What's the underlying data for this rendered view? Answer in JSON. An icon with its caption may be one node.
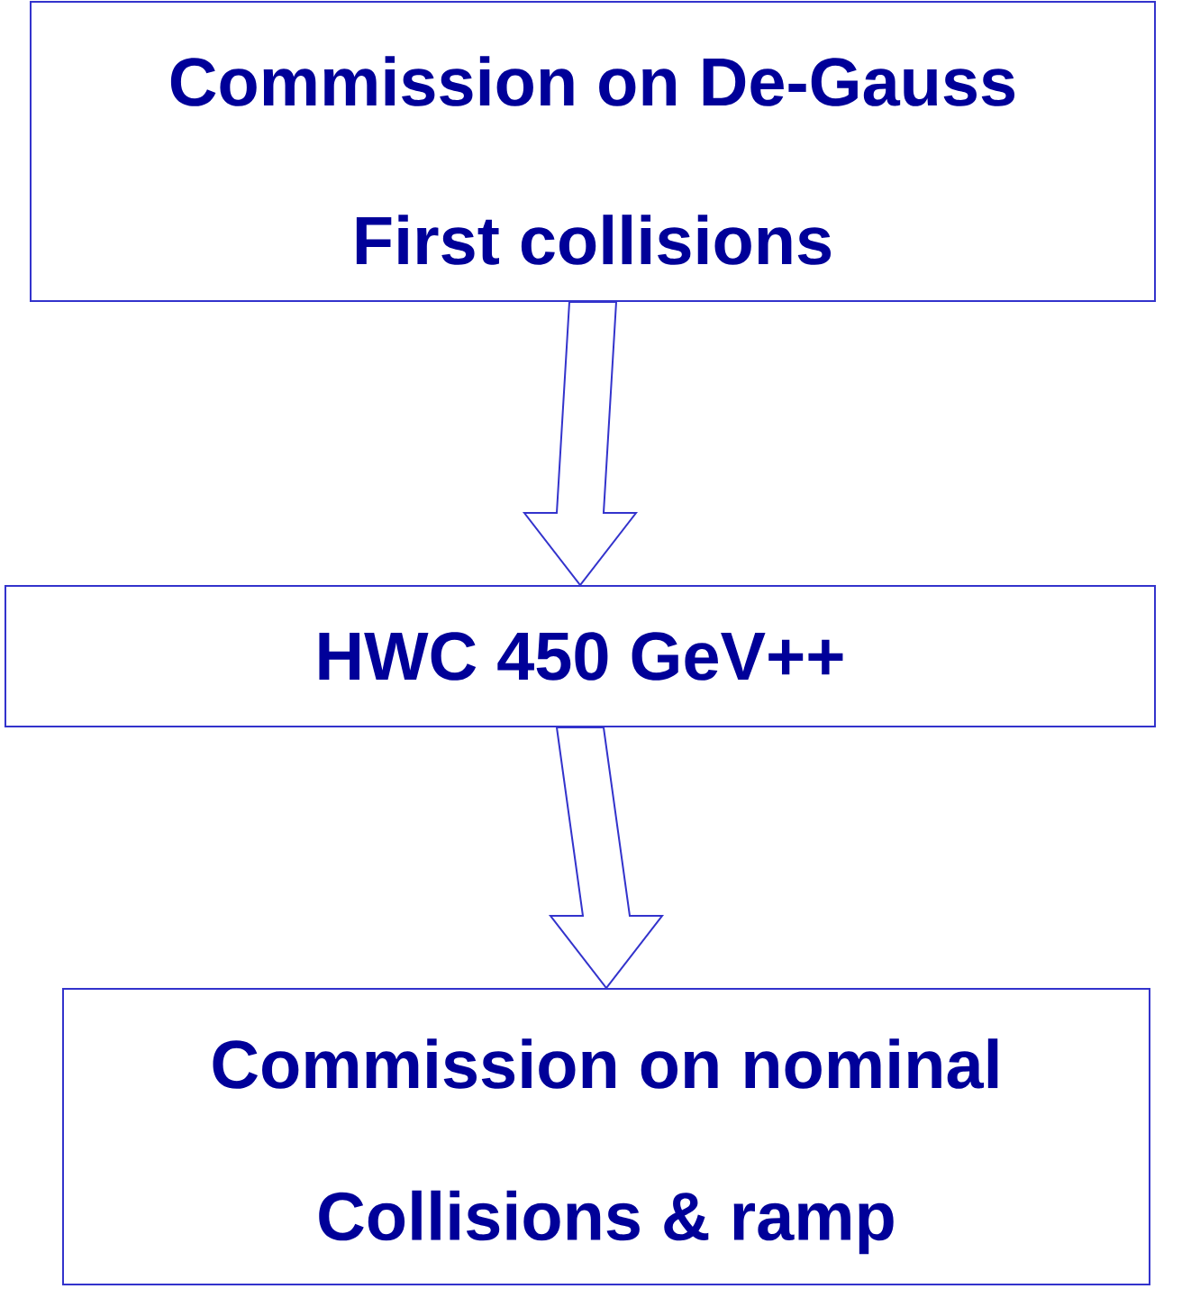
{
  "diagram": {
    "nodes": [
      {
        "text": [
          "Commission on De-Gauss",
          "First collisions"
        ]
      },
      {
        "text": [
          "HWC 450 GeV++"
        ]
      },
      {
        "text": [
          "Commission on nominal",
          "Collisions & ramp"
        ]
      }
    ],
    "edges": [
      {
        "from": 0,
        "to": 1,
        "arrow": "to"
      },
      {
        "from": 1,
        "to": 2,
        "arrow": "to"
      }
    ]
  }
}
